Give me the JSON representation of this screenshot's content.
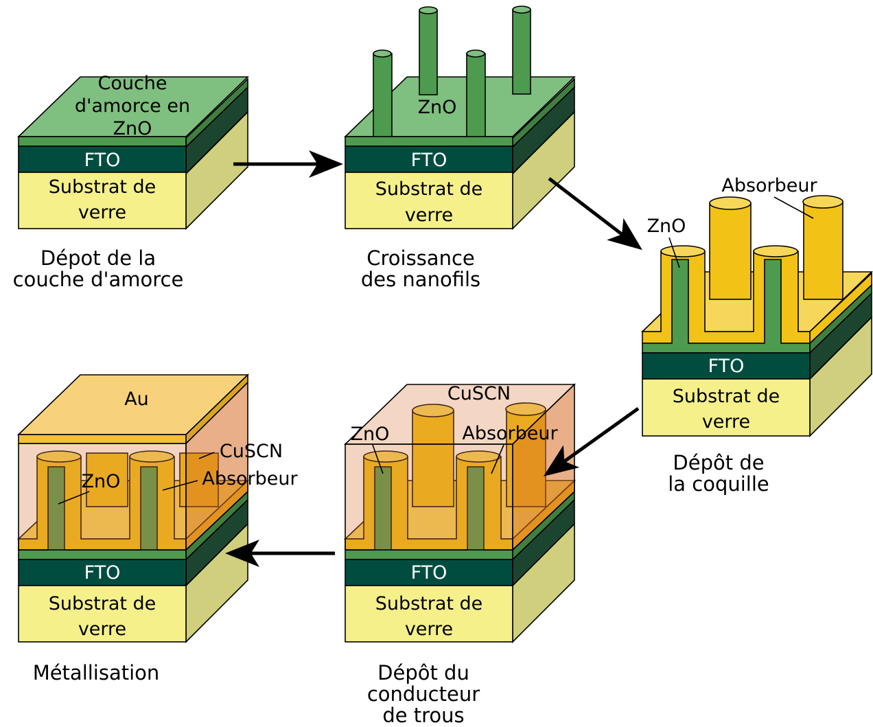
{
  "layers": {
    "fto": "FTO",
    "substrate": [
      "Substrat de",
      "verre"
    ]
  },
  "steps": [
    {
      "caption": [
        "Dépot de la",
        "couche d'amorce"
      ],
      "labels": {
        "seed": [
          "Couche",
          "d'amorce en",
          "ZnO"
        ]
      }
    },
    {
      "caption": [
        "Croissance",
        "des nanofils"
      ],
      "labels": {
        "zno": "ZnO"
      }
    },
    {
      "caption": [
        "Dépôt de",
        "la coquille"
      ],
      "labels": {
        "zno": "ZnO",
        "absorber": "Absorbeur"
      }
    },
    {
      "caption": [
        "Dépôt du",
        "conducteur",
        "de trous"
      ],
      "labels": {
        "zno": "ZnO",
        "absorber": "Absorbeur",
        "cuscn": "CuSCN"
      }
    },
    {
      "caption": [
        "Métallisation"
      ],
      "labels": {
        "au": "Au",
        "zno": "ZnO",
        "absorber": "Absorbeur",
        "cuscn": "CuSCN"
      }
    }
  ],
  "colors": {
    "glass_front": "#f5f08a",
    "glass_side": "#cfcf7e",
    "fto_front": "#004d40",
    "fto_side": "#1c4530",
    "zno_top": "#7fbf7f",
    "zno_front": "#4e9a4e",
    "zno_side": "#3f7f3f",
    "absorber": "#f2c216",
    "absorber_light": "#f7d75a",
    "cuscn": "rgba(214,120,60,0.38)",
    "au_top": "#f8d27a",
    "au_front": "#f1c232"
  }
}
